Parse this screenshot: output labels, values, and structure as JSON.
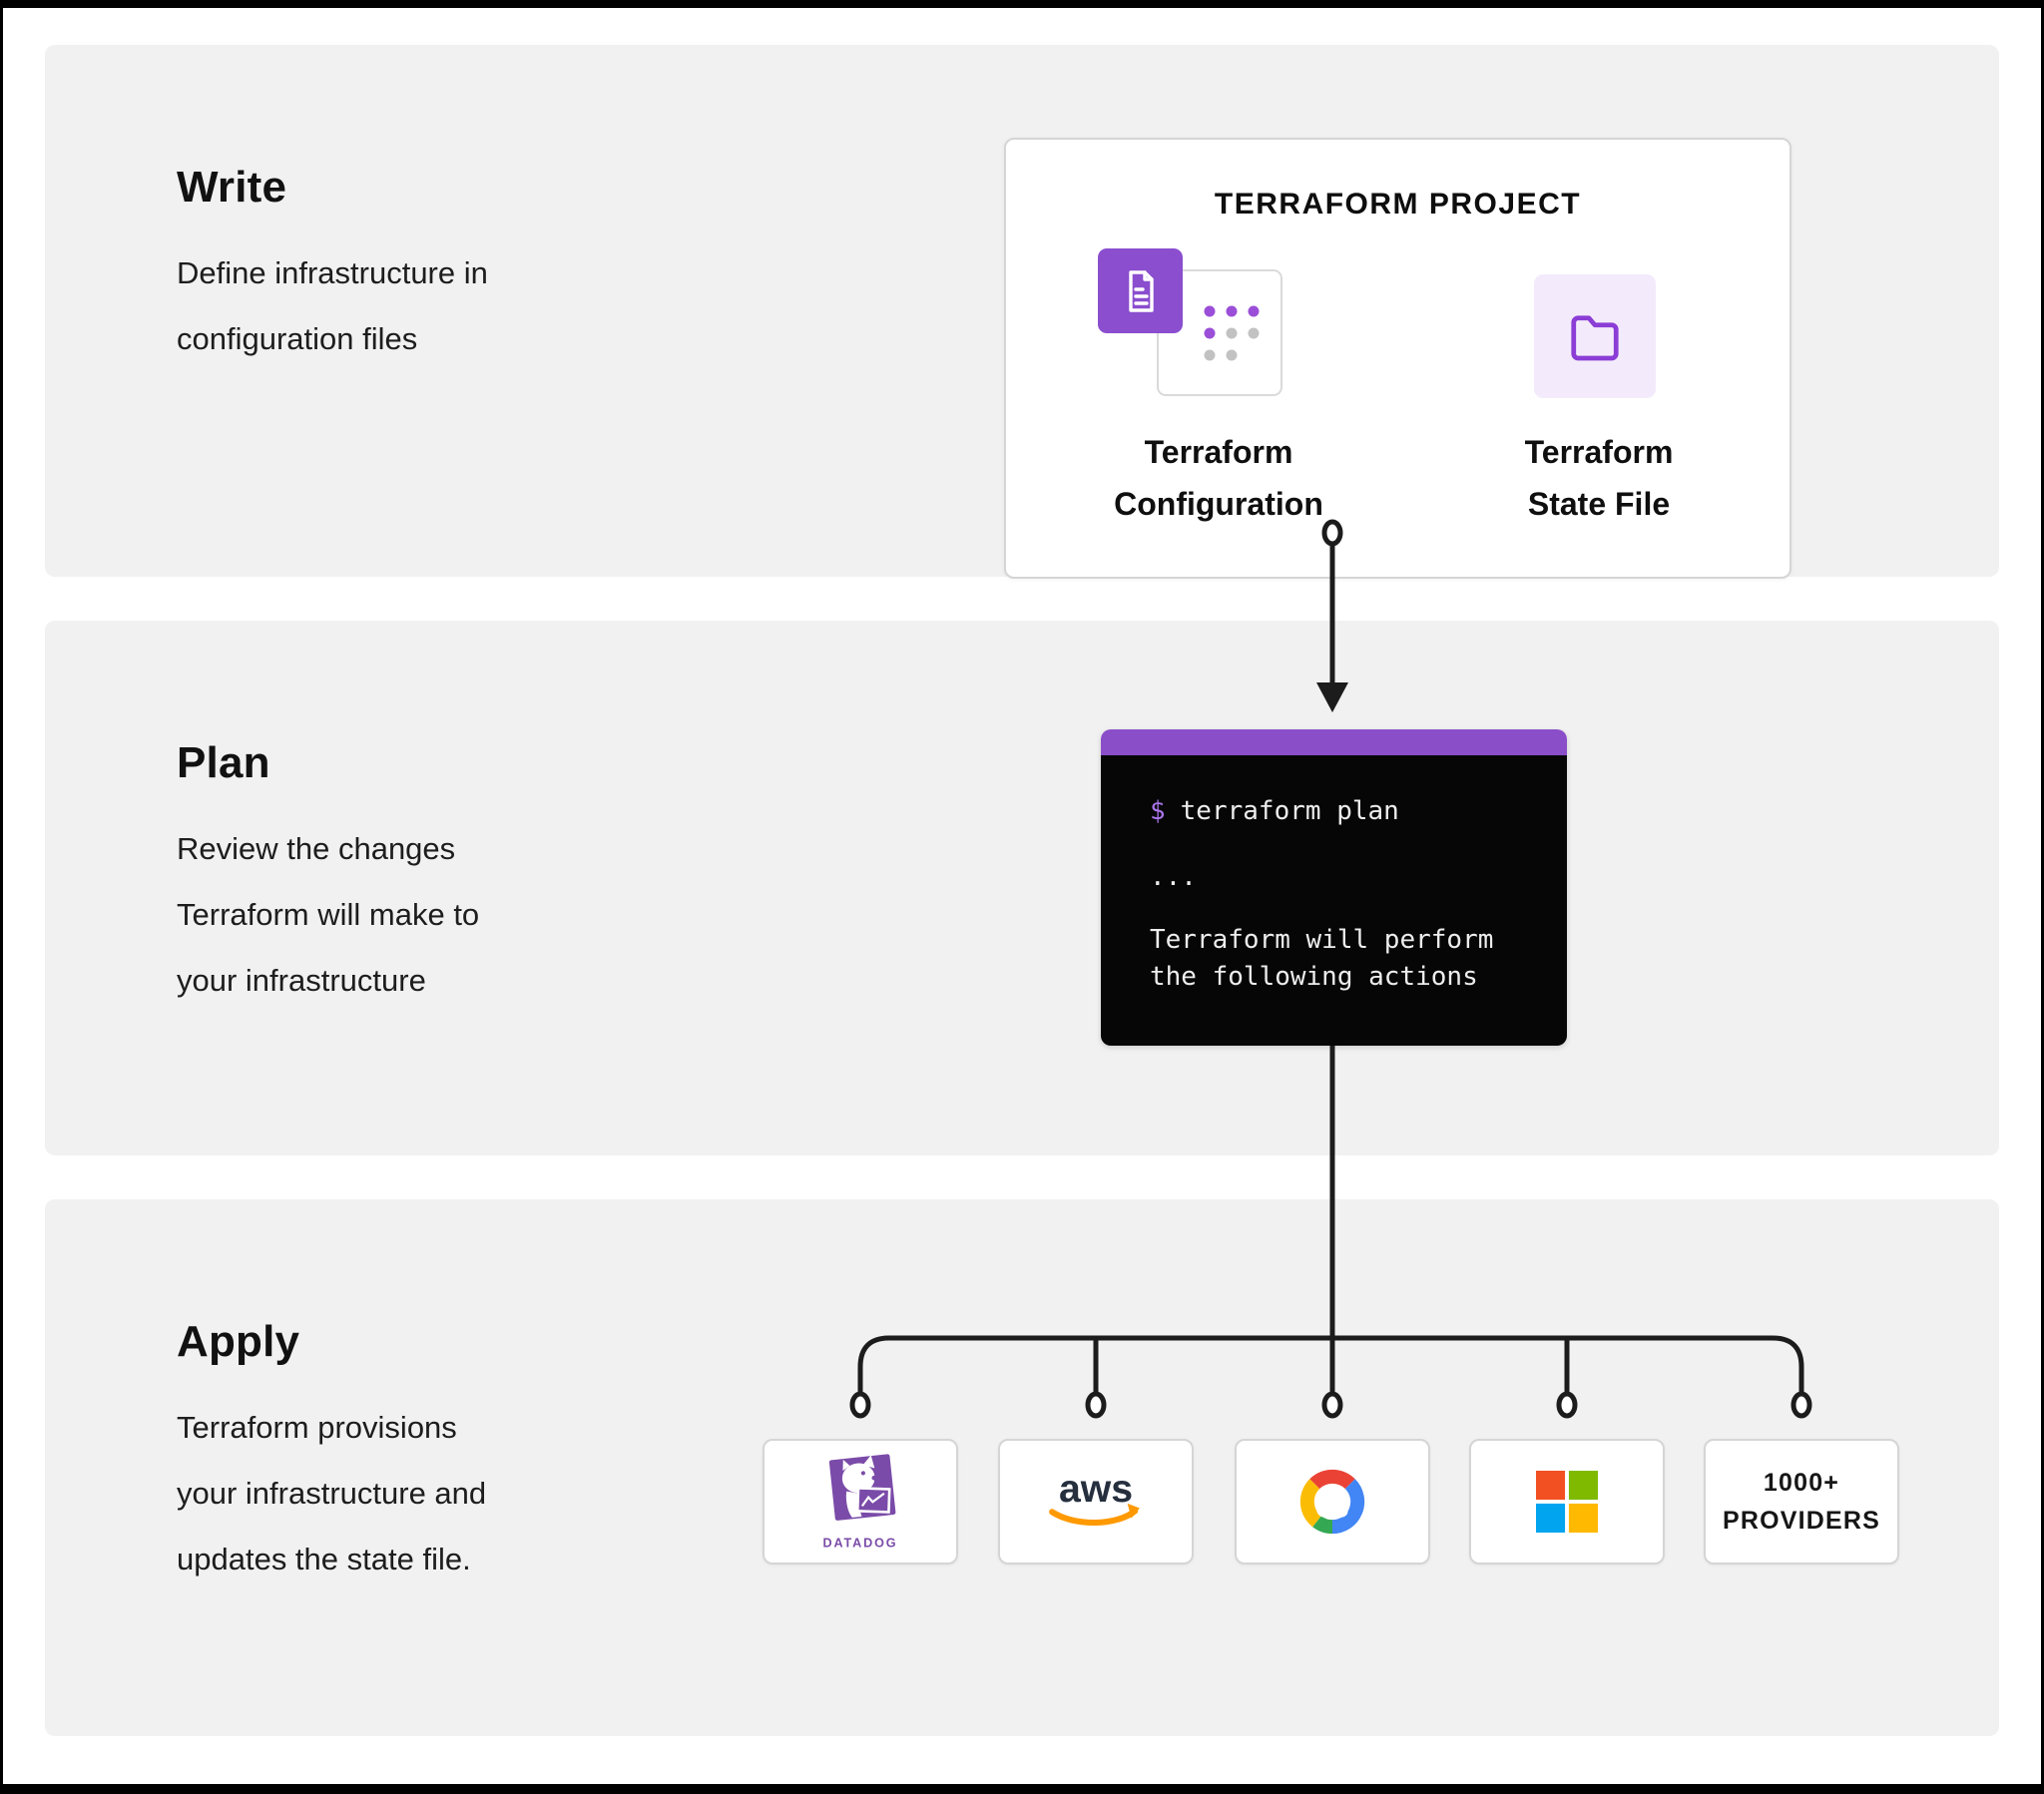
{
  "sections": {
    "write": {
      "heading": "Write",
      "body_lines": [
        "Define infrastructure in",
        "configuration files"
      ]
    },
    "plan": {
      "heading": "Plan",
      "body_lines": [
        "Review the changes",
        "Terraform will make to",
        "your infrastructure"
      ]
    },
    "apply": {
      "heading": "Apply",
      "body_lines": [
        "Terraform provisions",
        "your infrastructure and",
        "updates the state file."
      ]
    }
  },
  "project_card": {
    "title": "TERRAFORM PROJECT",
    "items": [
      {
        "icon": "terraform-config-document-icon",
        "label_lines": [
          "Terraform",
          "Configuration"
        ]
      },
      {
        "icon": "state-file-folder-icon",
        "label_lines": [
          "Terraform",
          "State File"
        ]
      }
    ]
  },
  "terminal": {
    "prompt": "$",
    "command": "terraform plan",
    "ellipsis": "...",
    "output_lines": [
      "Terraform will perform",
      "the following actions"
    ]
  },
  "providers": [
    {
      "icon": "datadog-logo",
      "wordmark": "DATADOG"
    },
    {
      "icon": "aws-logo"
    },
    {
      "icon": "google-cloud-logo"
    },
    {
      "icon": "microsoft-logo"
    },
    {
      "icon": "more-providers-label",
      "label_lines": [
        "1000+",
        "PROVIDERS"
      ]
    }
  ],
  "colors": {
    "section_bg": "#F1F1F1",
    "card_border": "#D5D5D5",
    "line_color": "#1C1C1C",
    "terraform_purple": "#8A4ECF",
    "terminal_header": "#8A4EC9",
    "terminal_bg": "#060607",
    "terminal_text": "#EDEDED",
    "terminal_prompt": "#A875E8",
    "dot_purple": "#9B4FD8",
    "dot_gray": "#C2C2C2",
    "lavender_bg": "#F3EBFB",
    "folder_purple": "#8B3DD6",
    "datadog_purple": "#7A4BA8",
    "aws_navy": "#252F3E",
    "aws_orange": "#FF9900",
    "gcp_blue": "#4285F4",
    "gcp_red": "#EA4335",
    "gcp_yellow": "#FBBC05",
    "gcp_green": "#34A853",
    "ms_red": "#F25022",
    "ms_green": "#7FBA00",
    "ms_blue": "#00A4EF",
    "ms_yellow": "#FFB900"
  }
}
